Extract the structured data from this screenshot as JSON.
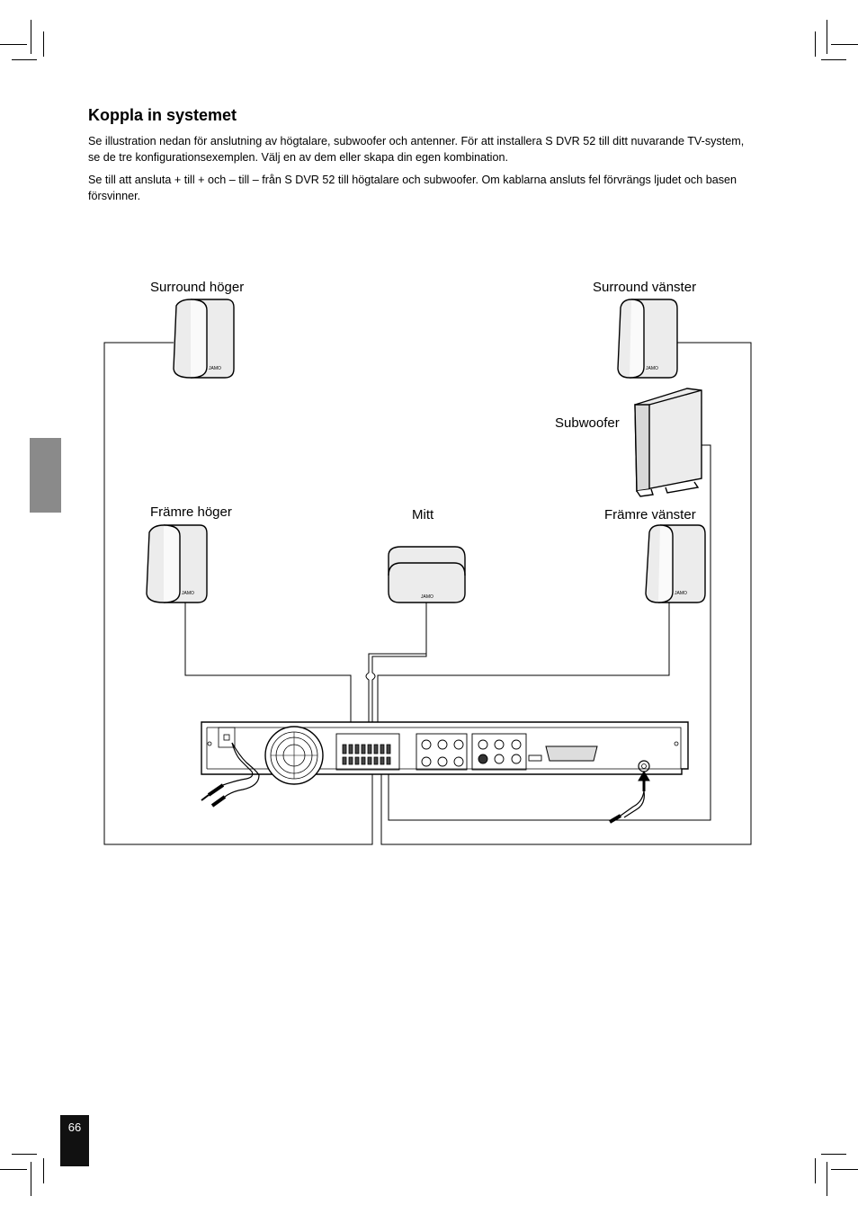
{
  "heading": "Koppla in systemet",
  "paragraphs": [
    "Se illustration nedan för anslutning av högtalare, subwoofer och antenner. För att installera S DVR 52 till ditt nuvarande TV-system, se de tre konfigurationsexemplen. Välj en av dem eller skapa din egen kombination.",
    "Se till att ansluta + till + och – till – från S DVR 52 till högtalare och subwoofer. Om kablarna ansluts fel förvrängs ljudet och basen försvinner."
  ],
  "diagram": {
    "surround_right": "Surround höger",
    "surround_left": "Surround vänster",
    "subwoofer": "Subwoofer",
    "front_right": "Främre höger",
    "center": "Mitt",
    "front_left": "Främre vänster",
    "speaker_brand": "JAMO"
  },
  "page_number": "66",
  "colors": {
    "side_tab": "#8a8a8a",
    "page_box": "#111111"
  }
}
